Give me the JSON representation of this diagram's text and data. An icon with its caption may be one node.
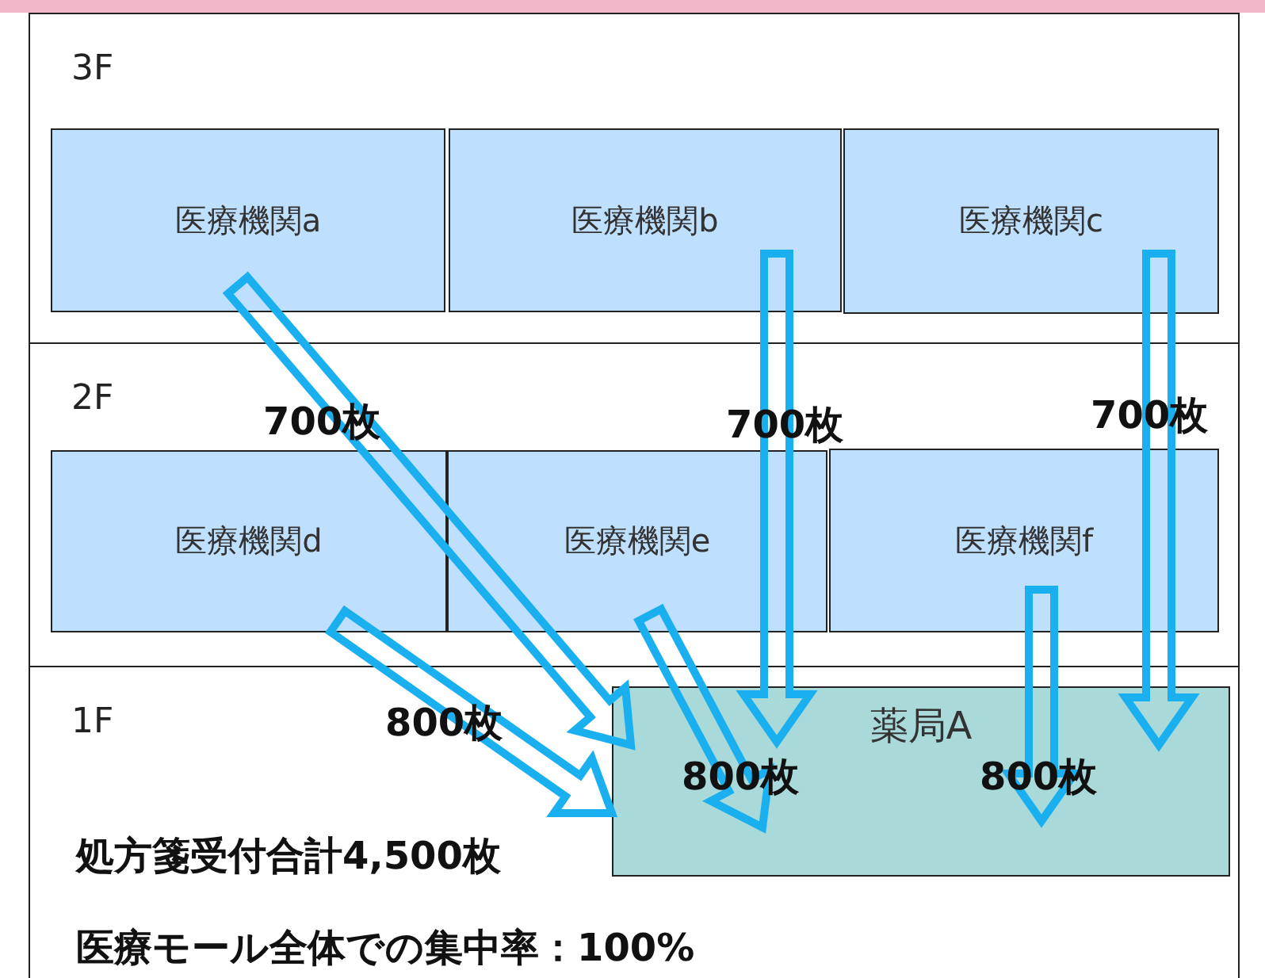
{
  "diagram": {
    "nodes": [
      {
        "text": [
          "3F"
        ]
      },
      {
        "text": [
          "医療機関a"
        ],
        "in": 0
      },
      {
        "text": [
          "医療機関b"
        ],
        "in": 0
      },
      {
        "text": [
          "医療機関c"
        ],
        "in": 0
      },
      {
        "text": [
          "2F"
        ]
      },
      {
        "text": [
          "医療機関d"
        ],
        "in": 4
      },
      {
        "text": [
          "医療機関e"
        ],
        "in": 4
      },
      {
        "text": [
          "医療機関f"
        ],
        "in": 4
      },
      {
        "text": [
          "1F"
        ]
      },
      {
        "text": [
          "薬局A"
        ],
        "in": 8
      }
    ],
    "edges": [
      {
        "from": 1,
        "to": 9,
        "arrow": "to",
        "label": "700枚"
      },
      {
        "from": 2,
        "to": 9,
        "arrow": "to",
        "label": "700枚"
      },
      {
        "from": 3,
        "to": 9,
        "arrow": "to",
        "label": "700枚"
      },
      {
        "from": 5,
        "to": 9,
        "arrow": "to",
        "label": "800枚"
      },
      {
        "from": 6,
        "to": 9,
        "arrow": "to",
        "label": "800枚"
      },
      {
        "from": 7,
        "to": 9,
        "arrow": "to",
        "label": "800枚"
      }
    ],
    "labels": [
      "処方箋受付合計4,500枚",
      "医療モール全体での集中率：100%"
    ]
  }
}
